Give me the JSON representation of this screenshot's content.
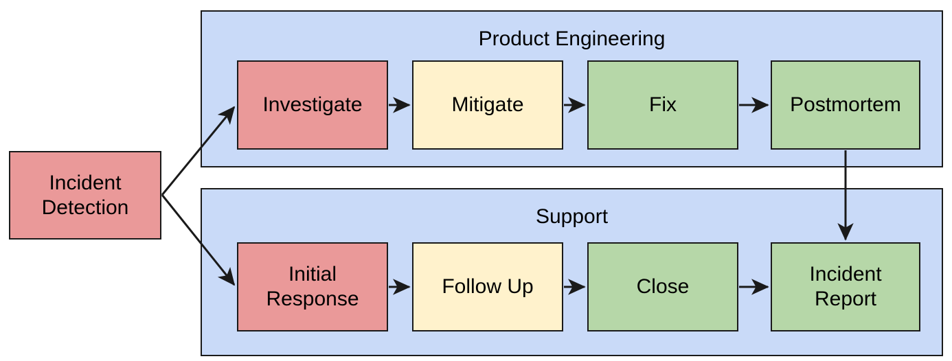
{
  "diagram": {
    "title_text_present": false,
    "colors": {
      "lane_fill": "#c9daf8",
      "node_red": "#ea9999",
      "node_yellow": "#fff2cc",
      "node_green": "#b6d7a8",
      "stroke": "#1a1a1a",
      "background": "#ffffff",
      "text": "#000000"
    },
    "entry_node": {
      "label_line1": "Incident",
      "label_line2": "Detection",
      "fill": "#ea9999"
    },
    "lanes": [
      {
        "id": "product-engineering",
        "label": "Product Engineering",
        "nodes": [
          {
            "id": "investigate",
            "label": "Investigate",
            "fill": "#ea9999"
          },
          {
            "id": "mitigate",
            "label": "Mitigate",
            "fill": "#fff2cc"
          },
          {
            "id": "fix",
            "label": "Fix",
            "fill": "#b6d7a8"
          },
          {
            "id": "postmortem",
            "label": "Postmortem",
            "fill": "#b6d7a8"
          }
        ]
      },
      {
        "id": "support",
        "label": "Support",
        "nodes": [
          {
            "id": "initial-response",
            "label_line1": "Initial",
            "label_line2": "Response",
            "fill": "#ea9999"
          },
          {
            "id": "follow-up",
            "label": "Follow Up",
            "fill": "#fff2cc"
          },
          {
            "id": "close",
            "label": "Close",
            "fill": "#b6d7a8"
          },
          {
            "id": "incident-report",
            "label_line1": "Incident",
            "label_line2": "Report",
            "fill": "#b6d7a8"
          }
        ]
      }
    ],
    "edges": [
      {
        "from": "incident-detection",
        "to": "investigate",
        "label": ""
      },
      {
        "from": "incident-detection",
        "to": "initial-response",
        "label": ""
      },
      {
        "from": "investigate",
        "to": "mitigate",
        "label": ""
      },
      {
        "from": "mitigate",
        "to": "fix",
        "label": ""
      },
      {
        "from": "fix",
        "to": "postmortem",
        "label": ""
      },
      {
        "from": "postmortem",
        "to": "incident-report",
        "label": ""
      },
      {
        "from": "initial-response",
        "to": "follow-up",
        "label": ""
      },
      {
        "from": "follow-up",
        "to": "close",
        "label": ""
      },
      {
        "from": "close",
        "to": "incident-report",
        "label": ""
      }
    ]
  }
}
